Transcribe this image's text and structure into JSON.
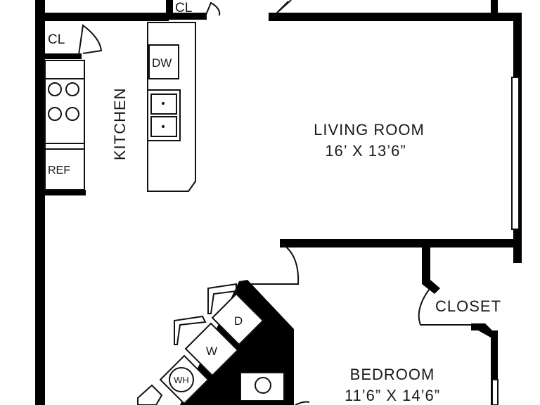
{
  "rooms": {
    "living_room": {
      "name": "LIVING ROOM",
      "size": "16’ X 13’6”"
    },
    "bedroom": {
      "name": "BEDROOM",
      "size": "11’6” X 14’6”"
    },
    "kitchen": {
      "name": "KITCHEN"
    },
    "closet": {
      "name": "CLOSET"
    }
  },
  "fixtures": {
    "closet_top": "CL",
    "closet_left": "CL",
    "dishwasher": "DW",
    "refrigerator": "REF",
    "dryer": "D",
    "washer": "W",
    "water_heater": "WH"
  }
}
